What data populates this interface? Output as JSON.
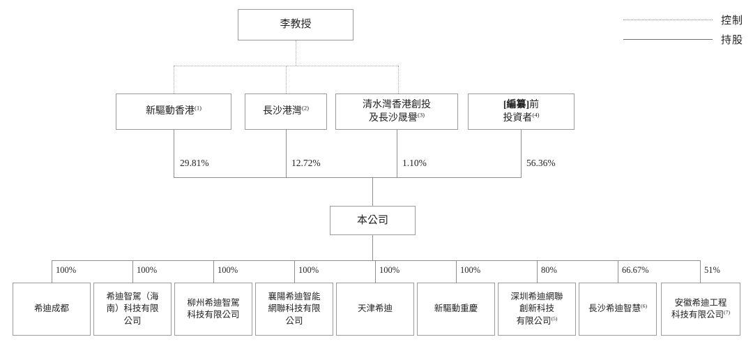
{
  "legend": {
    "items": [
      {
        "style": "dotted",
        "label": "控制"
      },
      {
        "style": "solid",
        "label": "持股"
      }
    ]
  },
  "top": {
    "label": "李教授"
  },
  "holders": [
    {
      "label": "新驅動香港",
      "footnote": "(1)",
      "percent": "29.81%",
      "controlled": true
    },
    {
      "label": "長沙港灣",
      "footnote": "(2)",
      "percent": "12.72%",
      "controlled": true
    },
    {
      "label": "清水灣香港創投\n及長沙晟譽",
      "footnote": "(3)",
      "percent": "1.10%",
      "controlled": true
    },
    {
      "label": "[編纂]前\n投資者",
      "footnote": "(4)",
      "percent": "56.36%",
      "controlled": false,
      "redacted": "編纂"
    }
  ],
  "company": {
    "label": "本公司"
  },
  "subsidiaries": [
    {
      "label": "希迪成都",
      "footnote": "",
      "percent": "100%"
    },
    {
      "label": "希迪智駕（海\n南）科技有限\n公司",
      "footnote": "",
      "percent": "100%"
    },
    {
      "label": "柳州希迪智駕\n科技有限公司",
      "footnote": "",
      "percent": "100%"
    },
    {
      "label": "襄陽希迪智能\n網聯科技有限\n公司",
      "footnote": "",
      "percent": "100%"
    },
    {
      "label": "天津希迪",
      "footnote": "",
      "percent": "100%"
    },
    {
      "label": "新驅動重慶",
      "footnote": "",
      "percent": "100%"
    },
    {
      "label": "深圳希迪網聯\n創新科技\n有限公司",
      "footnote": "(5)",
      "percent": "80%"
    },
    {
      "label": "長沙希迪智慧",
      "footnote": "(6)",
      "percent": "66.67%"
    },
    {
      "label": "安徽希迪工程\n科技有限公司",
      "footnote": "(7)",
      "percent": "51%"
    }
  ],
  "colors": {
    "box_border": "#9a9a9a",
    "line_solid": "#8e8e8e",
    "line_dotted": "#a8a8a8",
    "text": "#232323",
    "background": "#ffffff"
  }
}
